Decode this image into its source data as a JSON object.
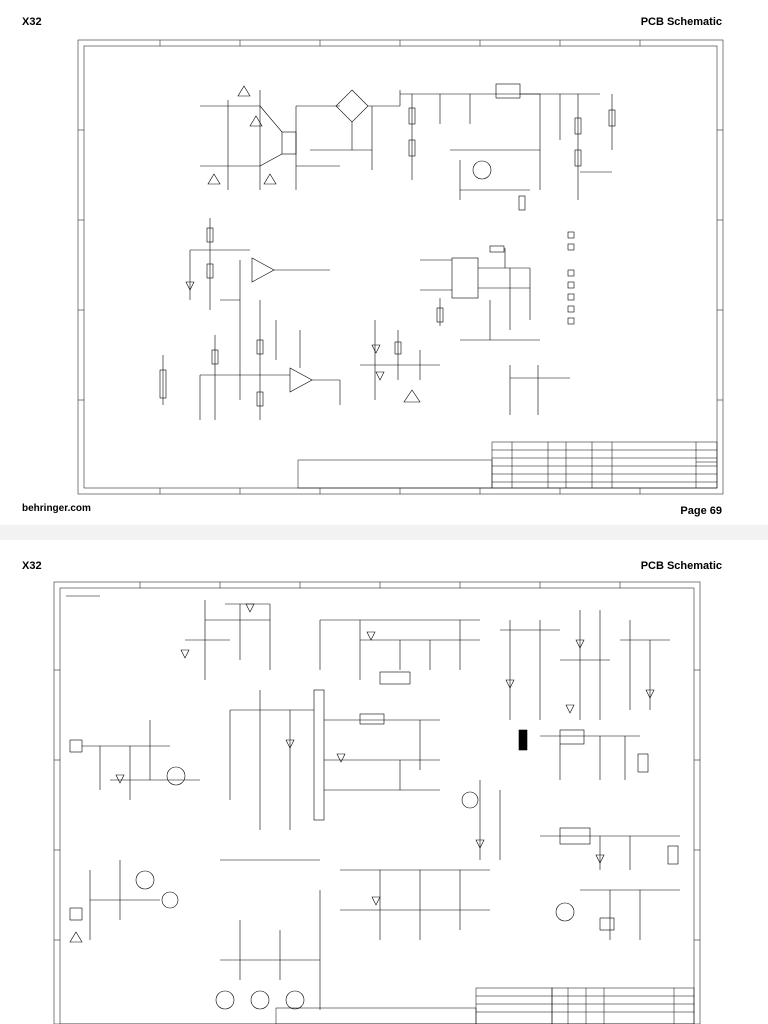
{
  "pages": [
    {
      "model": "X32",
      "doc_type": "PCB Schematic",
      "brand": "behringer.com",
      "page_label": "Page 69"
    },
    {
      "model": "X32",
      "doc_type": "PCB Schematic"
    }
  ]
}
